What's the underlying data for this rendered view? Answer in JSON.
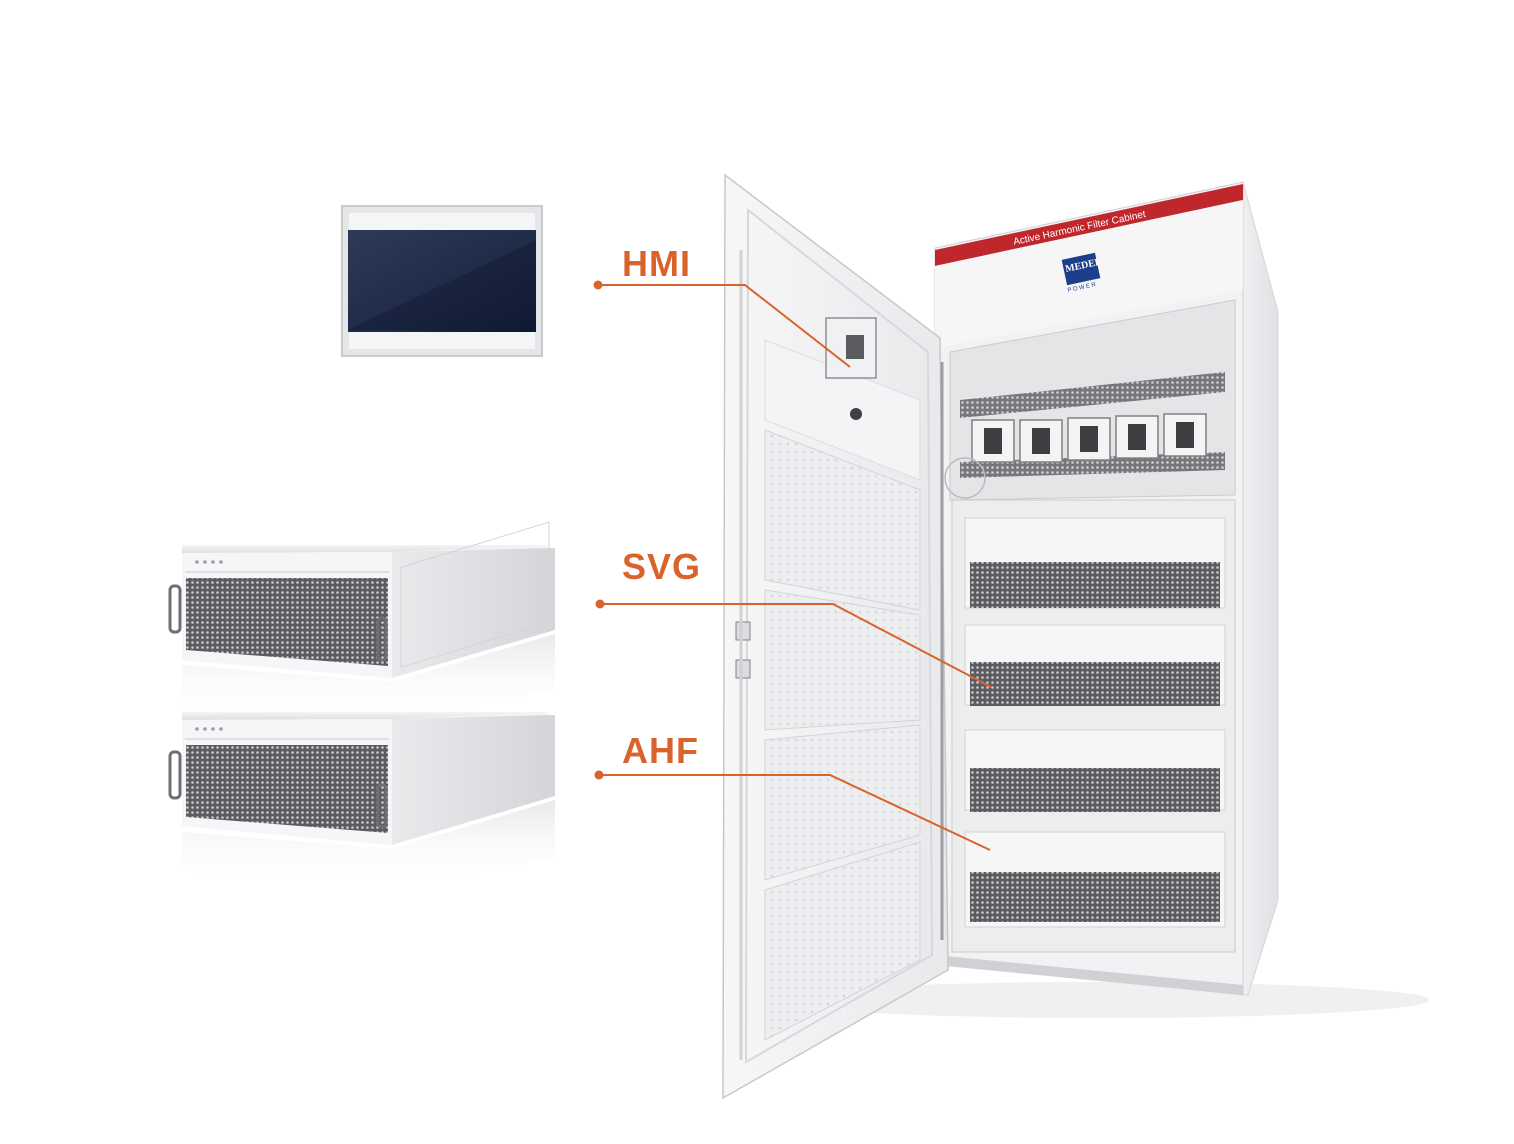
{
  "labels": {
    "hmi": "HMI",
    "svg": "SVG",
    "ahf": "AHF"
  },
  "cabinet": {
    "title": "Active Harmonic Filter Cabinet",
    "brand_top": "MEDEL",
    "brand_bottom": "POWER"
  },
  "colors": {
    "accent": "#d9632b",
    "cabinet_stripe": "#c0272d",
    "screen_dark": "#1e2a45"
  },
  "icons": {
    "hmi_panel": "touchscreen-hmi-icon",
    "module": "power-module-icon",
    "cabinet": "filter-cabinet-icon"
  }
}
